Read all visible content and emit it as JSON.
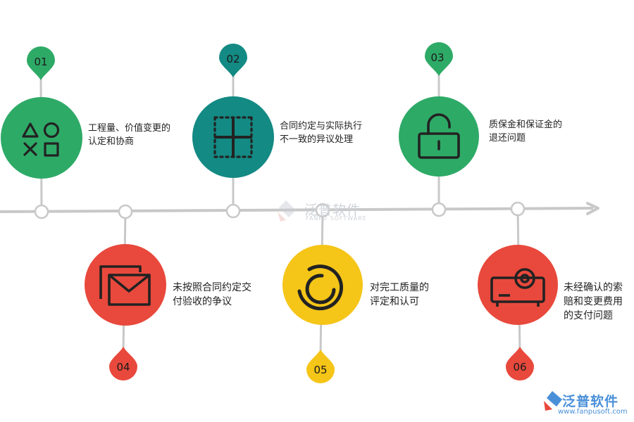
{
  "items": [
    {
      "number": "01",
      "text": "工程量、价值变更的\n认定和协商",
      "color": "#2eaa67",
      "icon": "shapes-icon"
    },
    {
      "number": "02",
      "text": "合同约定与实际执行\n不一致的异议处理",
      "color": "#138a83",
      "icon": "grid-icon"
    },
    {
      "number": "03",
      "text": "质保金和保证金的\n退还问题",
      "color": "#2eaa67",
      "icon": "unlock-icon"
    },
    {
      "number": "04",
      "text": "未按照合同约定交\n付验收的争议",
      "color": "#e8493c",
      "icon": "mail-icon"
    },
    {
      "number": "05",
      "text": "对完工质量的\n评定和认可",
      "color": "#f5c518",
      "icon": "circle-ring-icon"
    },
    {
      "number": "06",
      "text": "未经确认的索\n赔和变更费用\n的支付问题",
      "color": "#e8493c",
      "icon": "projector-icon"
    }
  ],
  "colors": {
    "axis": "#c8c8c8"
  },
  "watermark": {
    "name": "泛普软件",
    "sub": "FANPU SOFTWARE"
  },
  "brand": {
    "name": "泛普软件",
    "url": "www.fanpusoft.com"
  }
}
